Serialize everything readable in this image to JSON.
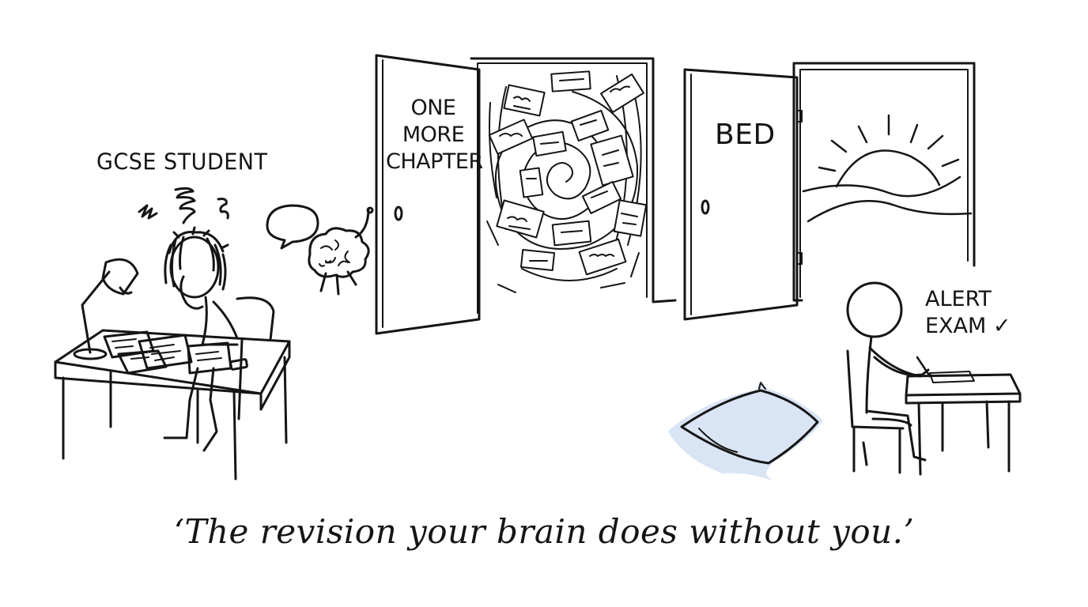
{
  "labels": {
    "student": "GCSE STUDENT",
    "door_left": [
      "ONE",
      "MORE",
      "CHAPTER"
    ],
    "door_right": "BED",
    "alert": [
      "ALERT",
      "EXAM ✓"
    ]
  },
  "caption": "‘The revision your brain does without you.’",
  "colors": {
    "ink": "#151515",
    "pillow": "#c9d9f0",
    "pillow_shadow": "#dce6f5",
    "background": "#ffffff"
  }
}
